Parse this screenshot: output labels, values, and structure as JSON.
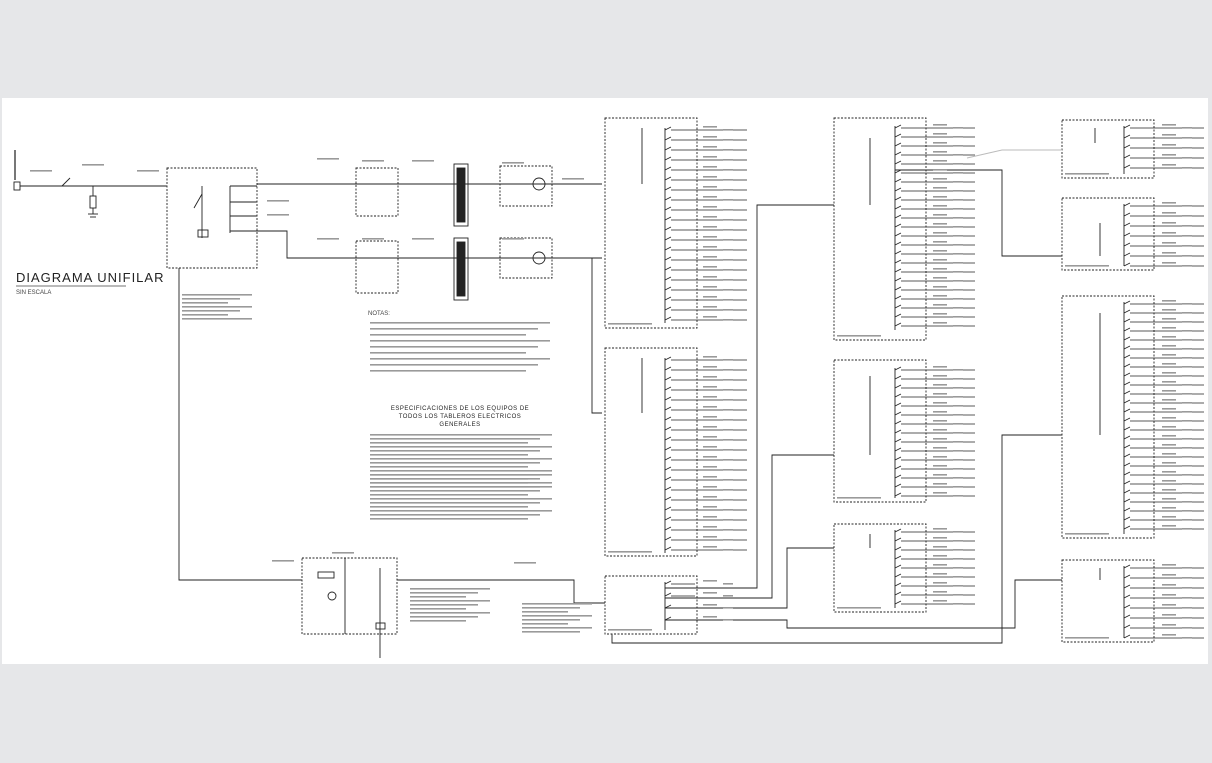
{
  "diagram": {
    "title": "DIAGRAMA UNIFILAR",
    "subtitle": "SIN ESCALA",
    "notes_title": "NOTAS:",
    "spec_heading_line1": "ESPECIFICACIONES DE LOS EQUIPOS DE",
    "spec_heading_line2": "TODOS LOS TABLEROS ELECTRICOS",
    "spec_heading_line3": "GENERALES"
  },
  "colors": {
    "background": "#e6e7e9",
    "sheet": "#ffffff",
    "line": "#222222",
    "text_line": "#9a9a9a"
  }
}
